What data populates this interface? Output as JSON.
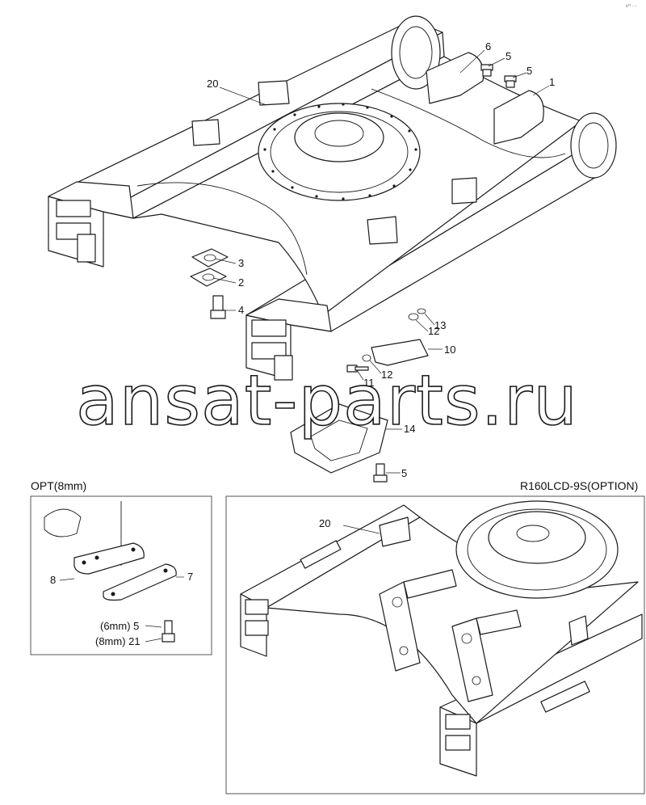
{
  "corner_mark": "x°° ····",
  "callouts": {
    "c20": "20",
    "c6": "6",
    "c5a": "5",
    "c5b": "5",
    "c1": "1",
    "c3": "3",
    "c2": "2",
    "c4": "4",
    "c13": "13",
    "c12a": "12",
    "c10": "10",
    "c12b": "12",
    "c11": "11",
    "c14": "14",
    "c5c": "5"
  },
  "watermark": "ansat-parts.ru",
  "opt_box": {
    "title": "OPT(8mm)",
    "c8": "8",
    "c7": "7",
    "c5": "(6mm) 5",
    "c21": "(8mm) 21"
  },
  "option_box": {
    "title": "R160LCD-9S(OPTION)",
    "c20": "20"
  }
}
